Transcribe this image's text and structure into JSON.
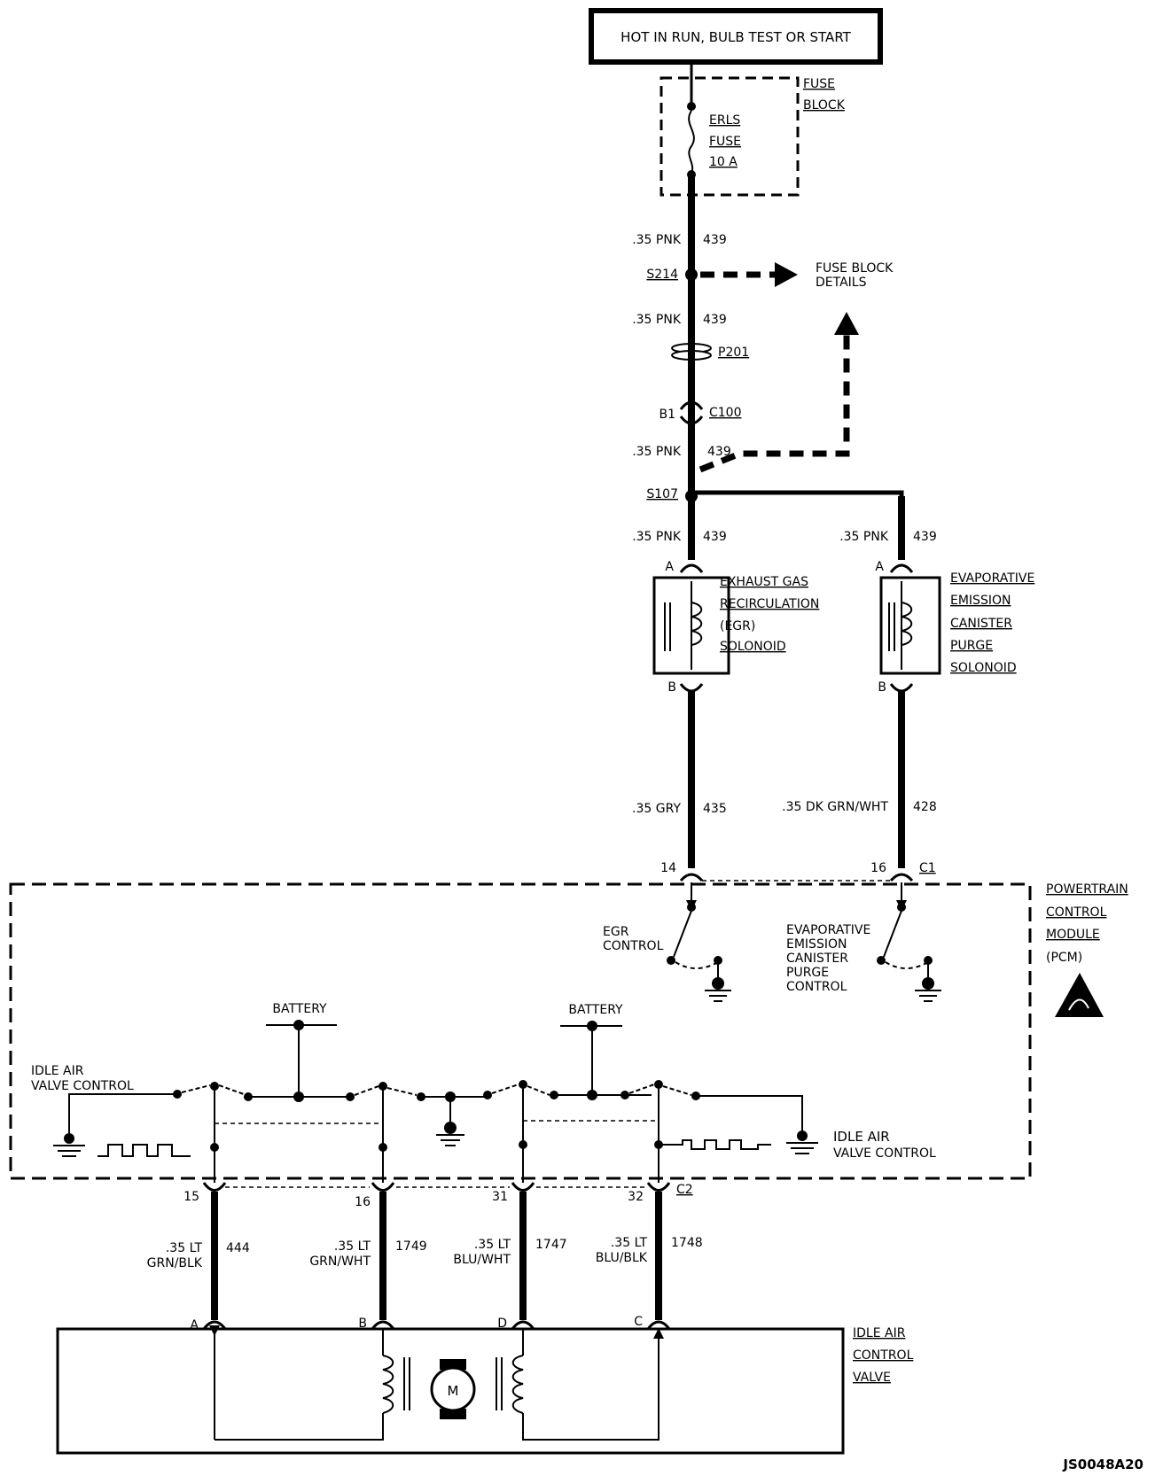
{
  "power_source": "HOT IN RUN, BULB TEST OR START",
  "fuse_block": {
    "label_line1": "FUSE",
    "label_line2": "BLOCK",
    "fuse_line1": "ERLS",
    "fuse_line2": "FUSE",
    "fuse_line3": "10 A"
  },
  "wires": {
    "w1_size": ".35 PNK",
    "w1_circuit": "439",
    "w2_size": ".35 PNK",
    "w2_circuit": "439",
    "w3_size": ".35 PNK",
    "w3_circuit": "439",
    "w4_size": ".35 PNK",
    "w4_circuit": "439",
    "w5_size": ".35 PNK",
    "w5_circuit": "439",
    "w6_size": ".35 GRY",
    "w6_circuit": "435",
    "w7_size": ".35 DK GRN/WHT",
    "w7_circuit": "428",
    "w8_size_l1": ".35 LT",
    "w8_size_l2": "GRN/BLK",
    "w8_circuit": "444",
    "w9_size_l1": ".35 LT",
    "w9_size_l2": "GRN/WHT",
    "w9_circuit": "1749",
    "w10_size_l1": ".35 LT",
    "w10_size_l2": "BLU/WHT",
    "w10_circuit": "1747",
    "w11_size_l1": ".35 LT",
    "w11_size_l2": "BLU/BLK",
    "w11_circuit": "1748"
  },
  "splices": {
    "s214": "S214",
    "s107": "S107",
    "p201": "P201",
    "c100": "C100",
    "b1": "B1"
  },
  "fuse_block_details": {
    "line1": "FUSE BLOCK",
    "line2": "DETAILS"
  },
  "egr_solenoid": {
    "pin_a": "A",
    "pin_b": "B",
    "line1": "EXHAUST GAS",
    "line2": "RECIRCULATION",
    "line3": "(EGR)",
    "line4": "SOLONOID"
  },
  "evap_solenoid": {
    "pin_a": "A",
    "pin_b": "B",
    "line1": "EVAPORATIVE",
    "line2": "EMISSION",
    "line3": "CANISTER",
    "line4": "PURGE",
    "line5": "SOLONOID"
  },
  "pcm": {
    "line1": "POWERTRAIN",
    "line2": "CONTROL",
    "line3": "MODULE",
    "line4": "(PCM)",
    "pin14": "14",
    "pin16": "16",
    "conn_c1": "C1",
    "egr_ctrl_l1": "EGR",
    "egr_ctrl_l2": "CONTROL",
    "evap_ctrl_l1": "EVAPORATIVE",
    "evap_ctrl_l2": "EMISSION",
    "evap_ctrl_l3": "CANISTER",
    "evap_ctrl_l4": "PURGE",
    "evap_ctrl_l5": "CONTROL",
    "battery1": "BATTERY",
    "battery2": "BATTERY",
    "iac_left_l1": "IDLE AIR",
    "iac_left_l2": "VALVE CONTROL",
    "iac_right_l1": "IDLE AIR",
    "iac_right_l2": "VALVE CONTROL",
    "pin15": "15",
    "pin16b": "16",
    "pin31": "31",
    "pin32": "32",
    "conn_c2": "C2"
  },
  "iac_valve": {
    "pin_a": "A",
    "pin_b": "B",
    "pin_d": "D",
    "pin_c": "C",
    "line1": "IDLE AIR",
    "line2": "CONTROL",
    "line3": "VALVE",
    "motor": "M"
  },
  "ref_code": "JS0048A20"
}
